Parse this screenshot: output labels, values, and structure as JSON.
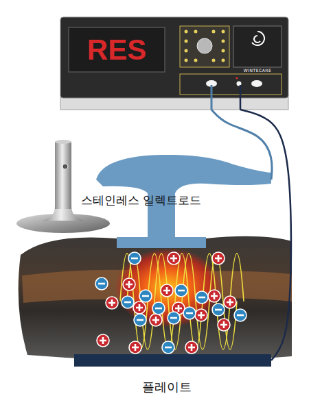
{
  "diagram": {
    "nodes": [
      {
        "text": [
          "RES",
          "WINTECARE"
        ]
      },
      {
        "text": [
          "스테인레스 일렉트로드"
        ]
      },
      {
        "text": [
          "플레이트"
        ]
      }
    ],
    "edges": [
      {
        "from": 0,
        "to": 1,
        "arrow": "none"
      },
      {
        "from": 0,
        "to": 2,
        "arrow": "none"
      }
    ]
  }
}
